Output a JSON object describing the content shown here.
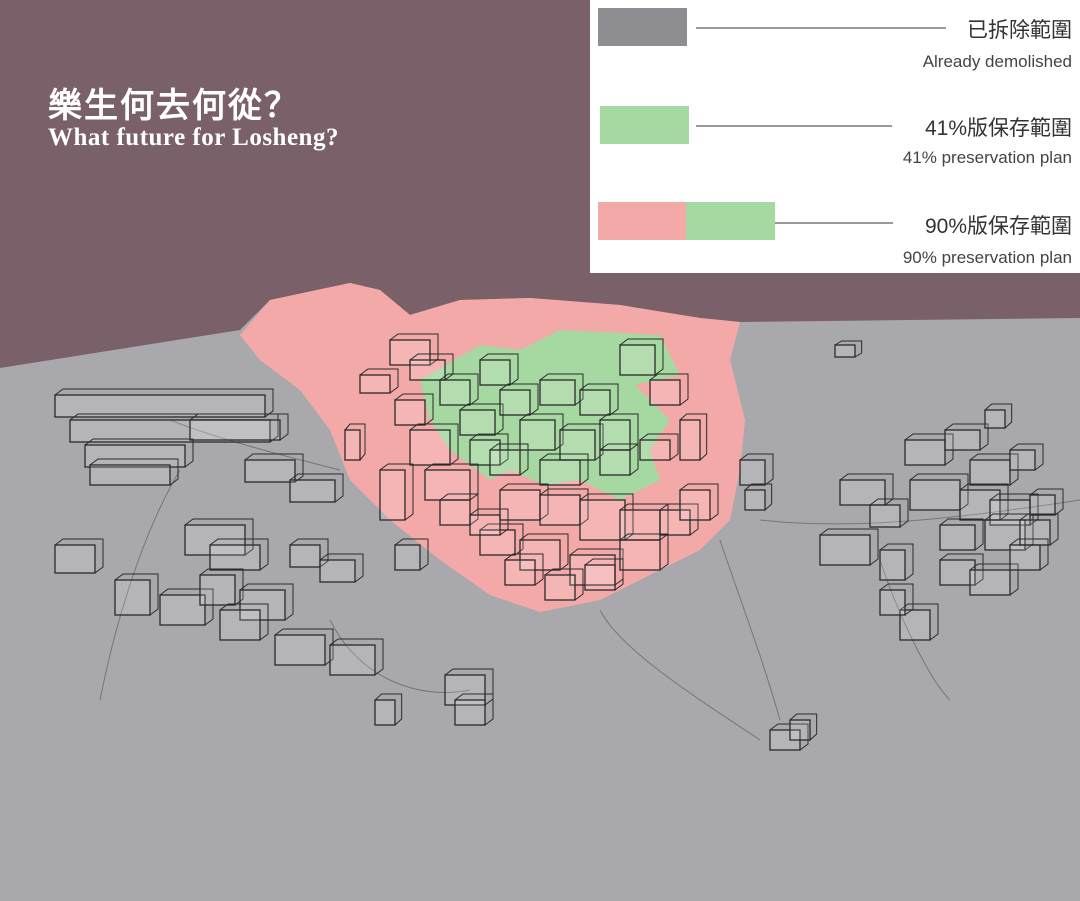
{
  "title": {
    "zh": "樂生何去何從？",
    "en": "What future for Losheng?"
  },
  "legend": [
    {
      "zh": "已拆除範圍",
      "en": "Already demolished",
      "color": "#8e8e92"
    },
    {
      "zh": "41%版保存範圍",
      "en": "41% preservation plan",
      "color": "#a6d8a2"
    },
    {
      "zh": "90%版保存範圍",
      "en": "90% preservation plan",
      "color": "#f4a9a9",
      "color2": "#a6d8a2"
    }
  ],
  "colors": {
    "background": "#7a6068",
    "ground": "#a9a9ad",
    "pink": "#f4a9a9",
    "green": "#a6d8a2"
  }
}
